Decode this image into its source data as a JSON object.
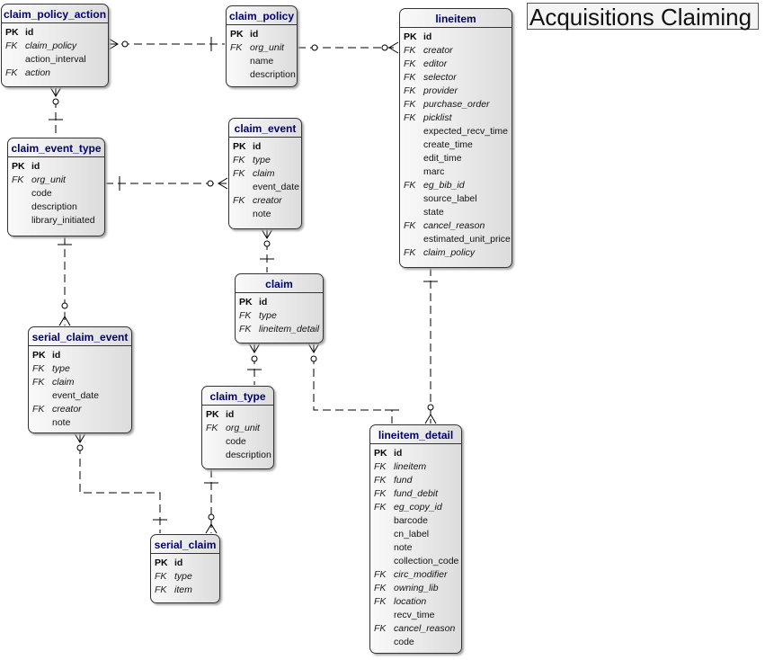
{
  "title": "Acquisitions Claiming",
  "entities": {
    "claim_policy_action": {
      "name": "claim_policy_action",
      "fields": [
        {
          "key": "PK",
          "name": "id"
        },
        {
          "key": "FK",
          "name": "claim_policy"
        },
        {
          "key": "",
          "name": "action_interval"
        },
        {
          "key": "FK",
          "name": "action"
        }
      ]
    },
    "claim_policy": {
      "name": "claim_policy",
      "fields": [
        {
          "key": "PK",
          "name": "id"
        },
        {
          "key": "FK",
          "name": "org_unit"
        },
        {
          "key": "",
          "name": "name"
        },
        {
          "key": "",
          "name": "description"
        }
      ]
    },
    "lineitem": {
      "name": "lineitem",
      "fields": [
        {
          "key": "PK",
          "name": "id"
        },
        {
          "key": "FK",
          "name": "creator"
        },
        {
          "key": "FK",
          "name": "editor"
        },
        {
          "key": "FK",
          "name": "selector"
        },
        {
          "key": "FK",
          "name": "provider"
        },
        {
          "key": "FK",
          "name": "purchase_order"
        },
        {
          "key": "FK",
          "name": "picklist"
        },
        {
          "key": "",
          "name": "expected_recv_time"
        },
        {
          "key": "",
          "name": "create_time"
        },
        {
          "key": "",
          "name": "edit_time"
        },
        {
          "key": "",
          "name": "marc"
        },
        {
          "key": "FK",
          "name": "eg_bib_id"
        },
        {
          "key": "",
          "name": "source_label"
        },
        {
          "key": "",
          "name": "state"
        },
        {
          "key": "FK",
          "name": "cancel_reason"
        },
        {
          "key": "",
          "name": "estimated_unit_price"
        },
        {
          "key": "FK",
          "name": "claim_policy"
        }
      ]
    },
    "claim_event_type": {
      "name": "claim_event_type",
      "fields": [
        {
          "key": "PK",
          "name": "id"
        },
        {
          "key": "FK",
          "name": "org_unit"
        },
        {
          "key": "",
          "name": "code"
        },
        {
          "key": "",
          "name": "description"
        },
        {
          "key": "",
          "name": "library_initiated"
        }
      ]
    },
    "claim_event": {
      "name": "claim_event",
      "fields": [
        {
          "key": "PK",
          "name": "id"
        },
        {
          "key": "FK",
          "name": "type"
        },
        {
          "key": "FK",
          "name": "claim"
        },
        {
          "key": "",
          "name": "event_date"
        },
        {
          "key": "FK",
          "name": "creator"
        },
        {
          "key": "",
          "name": "note"
        }
      ]
    },
    "claim": {
      "name": "claim",
      "fields": [
        {
          "key": "PK",
          "name": "id"
        },
        {
          "key": "FK",
          "name": "type"
        },
        {
          "key": "FK",
          "name": "lineitem_detail"
        }
      ]
    },
    "serial_claim_event": {
      "name": "serial_claim_event",
      "fields": [
        {
          "key": "PK",
          "name": "id"
        },
        {
          "key": "FK",
          "name": "type"
        },
        {
          "key": "FK",
          "name": "claim"
        },
        {
          "key": "",
          "name": "event_date"
        },
        {
          "key": "FK",
          "name": "creator"
        },
        {
          "key": "",
          "name": "note"
        }
      ]
    },
    "claim_type": {
      "name": "claim_type",
      "fields": [
        {
          "key": "PK",
          "name": "id"
        },
        {
          "key": "FK",
          "name": "org_unit"
        },
        {
          "key": "",
          "name": "code"
        },
        {
          "key": "",
          "name": "description"
        }
      ]
    },
    "lineitem_detail": {
      "name": "lineitem_detail",
      "fields": [
        {
          "key": "PK",
          "name": "id"
        },
        {
          "key": "FK",
          "name": "lineitem"
        },
        {
          "key": "FK",
          "name": "fund"
        },
        {
          "key": "FK",
          "name": "fund_debit"
        },
        {
          "key": "FK",
          "name": "eg_copy_id"
        },
        {
          "key": "",
          "name": "barcode"
        },
        {
          "key": "",
          "name": "cn_label"
        },
        {
          "key": "",
          "name": "note"
        },
        {
          "key": "",
          "name": "collection_code"
        },
        {
          "key": "FK",
          "name": "circ_modifier"
        },
        {
          "key": "FK",
          "name": "owning_lib"
        },
        {
          "key": "FK",
          "name": "location"
        },
        {
          "key": "",
          "name": "recv_time"
        },
        {
          "key": "FK",
          "name": "cancel_reason"
        },
        {
          "key": "",
          "name": "code"
        }
      ]
    },
    "serial_claim": {
      "name": "serial_claim",
      "fields": [
        {
          "key": "PK",
          "name": "id"
        },
        {
          "key": "FK",
          "name": "type"
        },
        {
          "key": "FK",
          "name": "item"
        }
      ]
    }
  },
  "relationships": [
    {
      "parent": "claim_policy",
      "child": "claim_policy_action"
    },
    {
      "parent": "claim_policy",
      "child": "lineitem"
    },
    {
      "parent": "claim_event_type",
      "child": "claim_policy_action"
    },
    {
      "parent": "claim_event_type",
      "child": "claim_event"
    },
    {
      "parent": "claim",
      "child": "claim_event"
    },
    {
      "parent": "claim_event_type",
      "child": "serial_claim_event"
    },
    {
      "parent": "claim_type",
      "child": "claim"
    },
    {
      "parent": "lineitem_detail",
      "child": "claim"
    },
    {
      "parent": "lineitem",
      "child": "lineitem_detail"
    },
    {
      "parent": "serial_claim",
      "child": "serial_claim_event"
    },
    {
      "parent": "claim_type",
      "child": "serial_claim"
    }
  ]
}
